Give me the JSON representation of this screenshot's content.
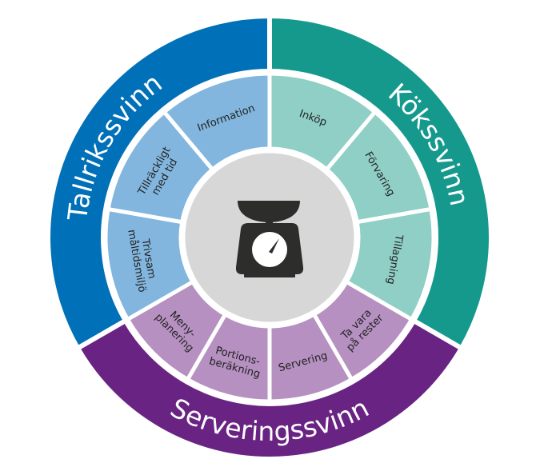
{
  "colors": {
    "background": "#ffffff",
    "center": "#d7d7d7",
    "icon": "#2d2d2b"
  },
  "icon": "kitchen-scale-icon",
  "sectors": [
    {
      "name": "tallrikssvinn",
      "title": "Tallrikssvinn",
      "dark": "#0070b8",
      "light": "#82b6de",
      "start": 150,
      "end": 270,
      "items": [
        {
          "lines": [
            "Trivsam",
            "måltidsmiljö"
          ]
        },
        {
          "lines": [
            "Tillräckligt",
            "med tid"
          ]
        },
        {
          "lines": [
            "Information"
          ]
        }
      ]
    },
    {
      "name": "kokssvinn",
      "title": "Kökssvinn",
      "dark": "#15998d",
      "light": "#8fcfc6",
      "start": 270,
      "end": 390,
      "items": [
        {
          "lines": [
            "Inköp"
          ]
        },
        {
          "lines": [
            "Förvaring"
          ]
        },
        {
          "lines": [
            "Tillagning"
          ]
        }
      ]
    },
    {
      "name": "serveringssvinn",
      "title": "Serveringssvinn",
      "dark": "#692382",
      "light": "#b590c1",
      "start": 30,
      "end": 150,
      "items": [
        {
          "lines": [
            "Ta vara",
            "på rester"
          ]
        },
        {
          "lines": [
            "Servering"
          ]
        },
        {
          "lines": [
            "Portions-",
            "beräkning"
          ]
        },
        {
          "lines": [
            "Meny-",
            "planering"
          ]
        }
      ]
    }
  ]
}
